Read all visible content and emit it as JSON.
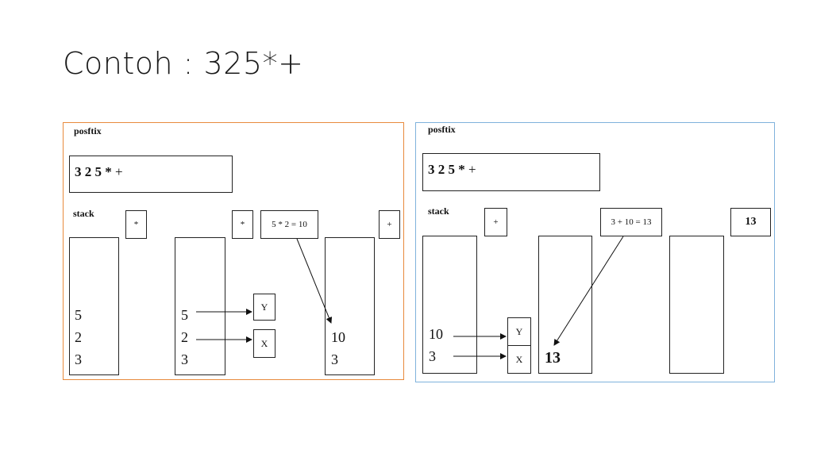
{
  "title": "Contoh : 325*+",
  "colors": {
    "panel1_border": "#e88a3c",
    "panel2_border": "#7fb2dc"
  },
  "panel1": {
    "postfix_label": "posftix",
    "expr_digits": "3 2 5 *",
    "expr_plus": " +",
    "stack_label": "stack",
    "op1": "*",
    "op2": "*",
    "calc": "5 * 2 = 10",
    "op3": "+",
    "col1": [
      "5",
      "2",
      "3"
    ],
    "col2": [
      "5",
      "2",
      "3"
    ],
    "y": "Y",
    "x": "X",
    "col3": [
      "10",
      "3"
    ]
  },
  "panel2": {
    "postfix_label": "posftix",
    "expr_digits": "3 2 5 *",
    "expr_plus": " +",
    "stack_label": "stack",
    "op1": "+",
    "calc": "3 + 10 = 13",
    "result": "13",
    "col1": [
      "10",
      "3"
    ],
    "y": "Y",
    "x": "X",
    "col2_value": "13"
  }
}
